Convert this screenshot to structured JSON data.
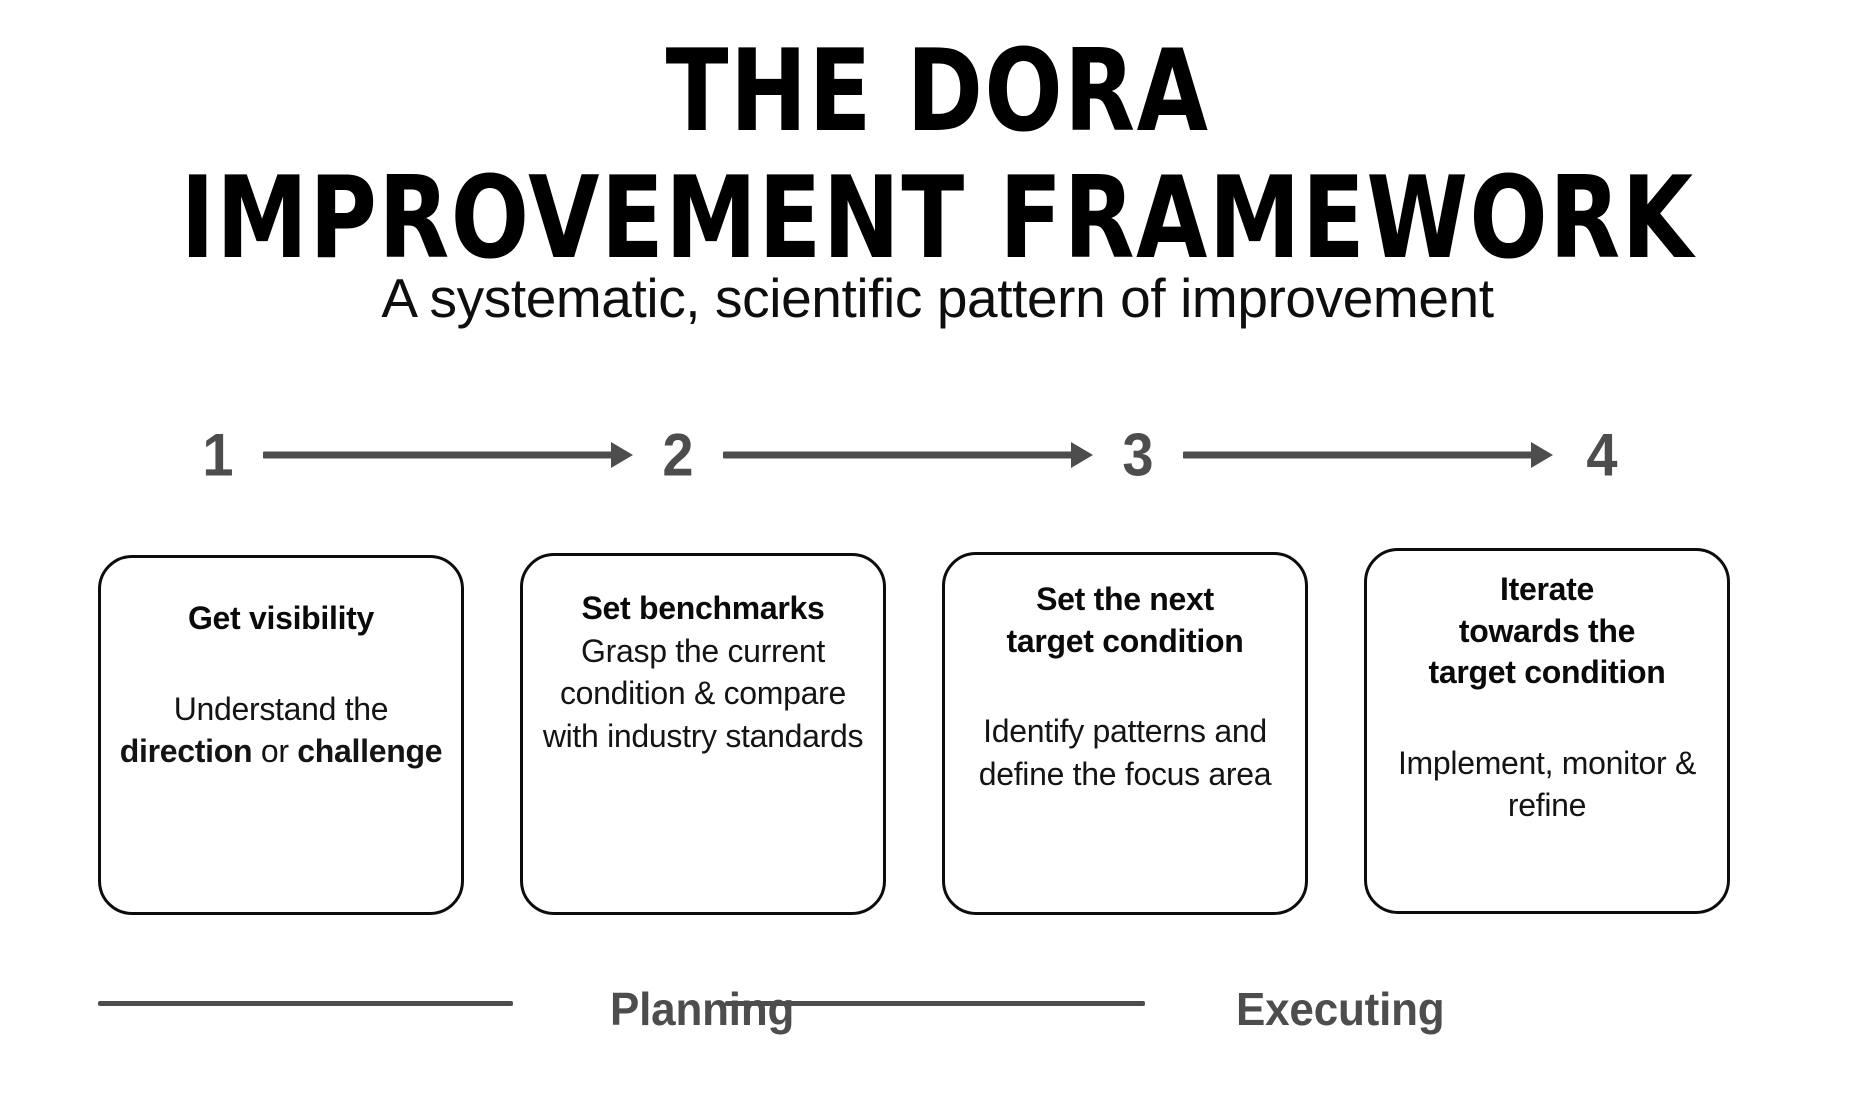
{
  "header": {
    "title_line1": "THE DORA",
    "title_line2": "IMPROVEMENT FRAMEWORK",
    "subtitle": "A systematic, scientific pattern of improvement"
  },
  "colors": {
    "background": "#ffffff",
    "text": "#111111",
    "accent_gray": "#4d4d4d",
    "card_border": "#0c0c0c"
  },
  "steps": [
    {
      "number": "1"
    },
    {
      "number": "2"
    },
    {
      "number": "3"
    },
    {
      "number": "4"
    }
  ],
  "cards": [
    {
      "step": "1",
      "title": "Get visibility",
      "body_plain": "Understand the direction or challenge",
      "body_prefix": "Understand the ",
      "body_bold1": "direction",
      "body_mid": " or ",
      "body_bold2": "challenge"
    },
    {
      "step": "2",
      "title": "Set benchmarks",
      "body_plain": "Grasp the current condition & compare with industry standards"
    },
    {
      "step": "3",
      "title": "Set the next target condition",
      "title_line1": "Set the next",
      "title_line2": "target condition",
      "body_plain": "Identify patterns and define the focus area"
    },
    {
      "step": "4",
      "title": "Iterate towards the target condition",
      "title_line1": "Iterate",
      "title_line2": "towards the",
      "title_line3": "target condition",
      "body_plain": "Implement, monitor & refine"
    }
  ],
  "phases": {
    "planning": "Planning",
    "executing": "Executing"
  }
}
